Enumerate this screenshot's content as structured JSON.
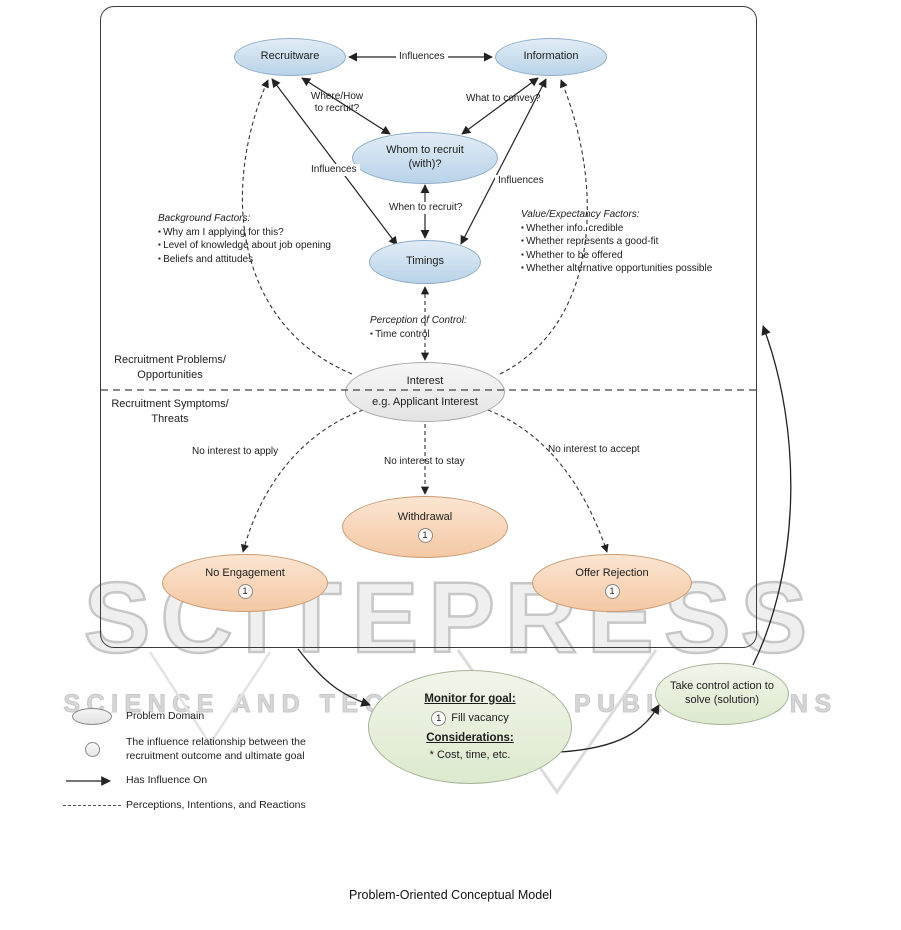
{
  "caption": "Problem-Oriented Conceptual Model",
  "watermark": {
    "title": "SCITEPRESS",
    "subtitle": "SCIENCE AND TECHNOLOGY PUBLICATIONS"
  },
  "regions": {
    "problems": "Recruitment Problems/\nOpportunities",
    "symptoms": "Recruitment Symptoms/\nThreats"
  },
  "nodes": {
    "recruitware": {
      "label": "Recruitware"
    },
    "information": {
      "label": "Information"
    },
    "whom_to_recruit": {
      "label": "Whom to recruit\n(with)?"
    },
    "timings": {
      "label": "Timings"
    },
    "interest": {
      "title": "Interest",
      "subtitle": "e.g. Applicant Interest"
    },
    "withdrawal": {
      "label": "Withdrawal",
      "badge": "1"
    },
    "no_engagement": {
      "label": "No Engagement",
      "badge": "1"
    },
    "offer_rejection": {
      "label": "Offer Rejection",
      "badge": "1"
    },
    "monitor": {
      "title": "Monitor for goal:",
      "badge": "1",
      "goal": "Fill vacancy",
      "considerations_title": "Considerations:",
      "considerations": "* Cost, time, etc."
    },
    "take_control": {
      "label": "Take control action to\nsolve (solution)"
    }
  },
  "edge_labels": {
    "influences_top": "Influences",
    "influences_left": "Influences",
    "influences_right": "Influences",
    "where_how": "Where/How\nto recruit?",
    "what_to_convey": "What to convey?",
    "when_to_recruit": "When to recruit?",
    "no_interest_apply": "No interest to apply",
    "no_interest_stay": "No interest to stay",
    "no_interest_accept": "No interest to accept"
  },
  "annotations": {
    "background_factors": {
      "title": "Background Factors:",
      "items": [
        "Why am I applying for this?",
        "Level of knowledge about job opening",
        "Beliefs and attitudes"
      ]
    },
    "value_expectancy": {
      "title": "Value/Expectancy Factors:",
      "items": [
        "Whether info. credible",
        "Whether represents a good-fit",
        "Whether to be offered",
        "Whether alternative opportunities possible"
      ]
    },
    "perception_of_control": {
      "title": "Perception of Control:",
      "items": [
        "Time control"
      ]
    }
  },
  "legend": {
    "items": [
      {
        "label": "Problem Domain"
      },
      {
        "label": "The influence relationship between the\nrecruitment outcome and ultimate goal"
      },
      {
        "label": "Has Influence On"
      },
      {
        "label": "Perceptions, Intentions, and Reactions"
      }
    ]
  },
  "colors": {
    "node_blue": "#c0d6ea",
    "node_gray": "#ebebeb",
    "node_peach": "#f5cfa9",
    "node_green": "#e4edd8",
    "watermark": "#c7c7c7",
    "arrow": "#222222"
  }
}
